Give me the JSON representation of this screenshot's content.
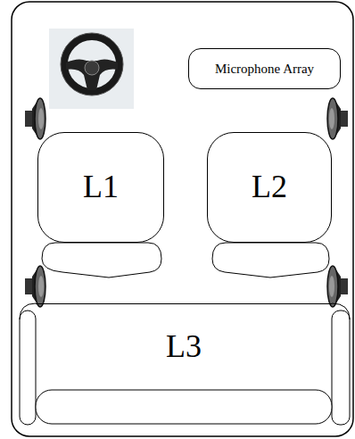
{
  "diagram": {
    "nodes": [
      {
        "text": [
          "Microphone Array"
        ]
      },
      {
        "text": [
          "L1"
        ]
      },
      {
        "text": [
          "L2"
        ]
      },
      {
        "text": [
          "L3"
        ]
      }
    ]
  }
}
